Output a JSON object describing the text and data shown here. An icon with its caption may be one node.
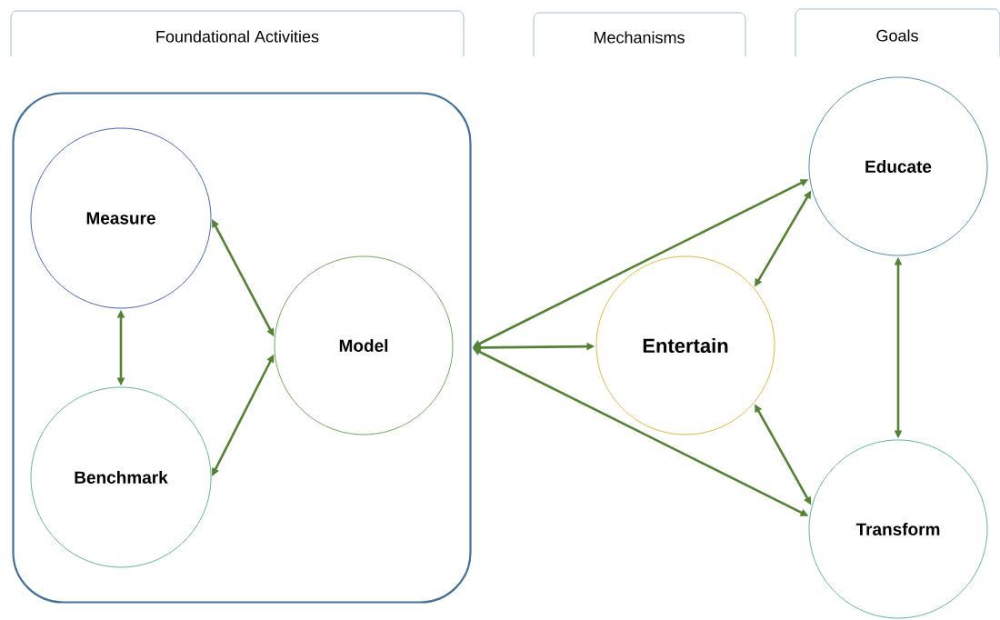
{
  "diagram": {
    "nodes": [
      {
        "text": [
          "Foundational Activities"
        ]
      },
      {
        "text": [
          "Mechanisms"
        ]
      },
      {
        "text": [
          "Goals"
        ]
      },
      {
        "text": [],
        "shape": "box"
      },
      {
        "text": [
          "Measure"
        ],
        "in": 3
      },
      {
        "text": [
          "Benchmark"
        ],
        "in": 3
      },
      {
        "text": [
          "Model"
        ],
        "in": 3
      },
      {
        "text": [
          "Educate"
        ]
      },
      {
        "text": [
          "Entertain"
        ]
      },
      {
        "text": [
          "Transform"
        ]
      }
    ],
    "edges": [
      {
        "from": 4,
        "to": 5,
        "arrow": "both"
      },
      {
        "from": 4,
        "to": 6,
        "arrow": "both"
      },
      {
        "from": 5,
        "to": 6,
        "arrow": "both"
      },
      {
        "from": 3,
        "to": 7,
        "arrow": "both"
      },
      {
        "from": 3,
        "to": 8,
        "arrow": "both"
      },
      {
        "from": 3,
        "to": 9,
        "arrow": "both"
      },
      {
        "from": 7,
        "to": 8,
        "arrow": "both"
      },
      {
        "from": 7,
        "to": 9,
        "arrow": "both"
      },
      {
        "from": 8,
        "to": 9,
        "arrow": "both"
      }
    ]
  }
}
